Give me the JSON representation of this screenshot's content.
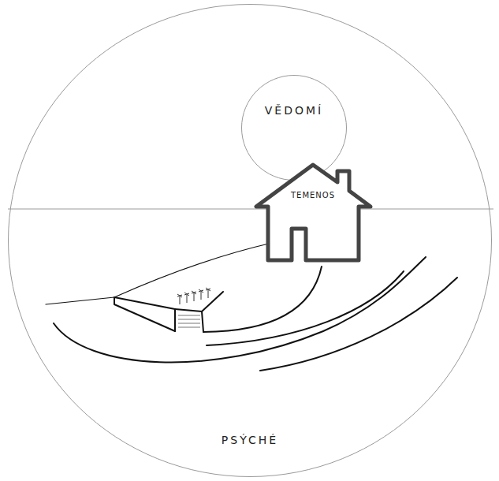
{
  "diagram": {
    "nodes": [
      {
        "text": [
          "PSÝCHÉ"
        ]
      },
      {
        "text": [
          "VĚDOMÍ"
        ],
        "in": 0
      },
      {
        "text": [
          "TEMENOS"
        ],
        "in": 0
      }
    ]
  }
}
